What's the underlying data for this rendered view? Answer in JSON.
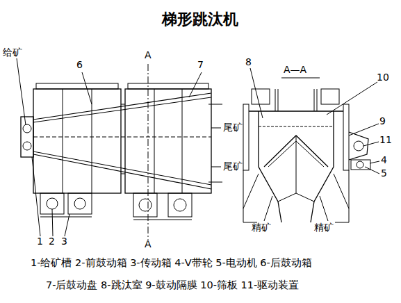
{
  "diagram": {
    "title": "梯形跳汰机",
    "labels": [
      "给矿",
      "6",
      "7",
      "A",
      "A",
      "尾矿",
      "尾矿",
      "1",
      "2",
      "3",
      "A—A",
      "8",
      "10",
      "9",
      "11",
      "4",
      "5",
      "精矿",
      "精矿",
      "1-给矿槽 2-前鼓动箱 3-传动箱 4-V带轮 5-电动机 6-后鼓动箱",
      "7-后鼓动盘 8-跳汰室 9-鼓动隔膜 10-筛板 11-驱动装置"
    ]
  }
}
